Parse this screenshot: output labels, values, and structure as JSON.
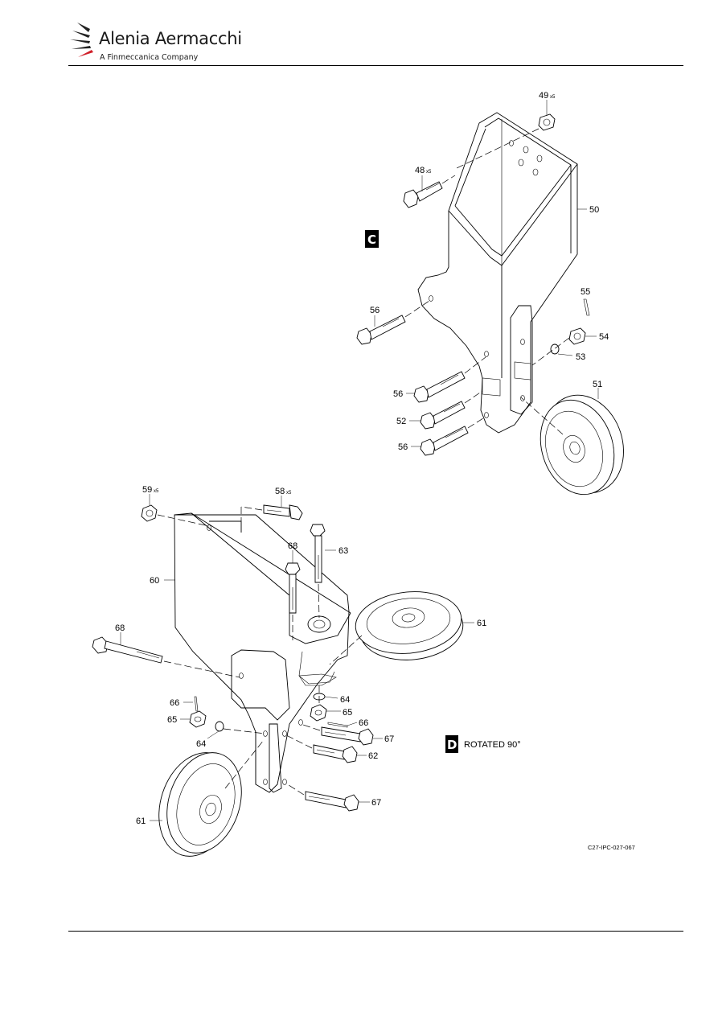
{
  "header": {
    "brand_name": "Alenia Aermacchi",
    "tagline": "A Finmeccanica Company"
  },
  "views": {
    "c": {
      "letter": "C"
    },
    "d": {
      "letter": "D",
      "caption": "ROTATED 90°"
    }
  },
  "callouts": {
    "c49": "49",
    "c49_qty": "x5",
    "c48": "48",
    "c48_qty": "x5",
    "c50": "50",
    "c55": "55",
    "c54": "54",
    "c53": "53",
    "c56a": "56",
    "c56b": "56",
    "c52": "52",
    "c56c": "56",
    "c51": "51",
    "c59": "59",
    "c59_qty": "x5",
    "c58": "58",
    "c58_qty": "x5",
    "c63": "63",
    "c68a": "68",
    "c60": "60",
    "c68b": "68",
    "c61a": "61",
    "c64a": "64",
    "c65a": "65",
    "c66a": "66",
    "c66b": "66",
    "c65b": "65",
    "c64b": "64",
    "c67a": "67",
    "c62": "62",
    "c67b": "67",
    "c61b": "61"
  },
  "figure_id": "C27-IPC-027-067"
}
